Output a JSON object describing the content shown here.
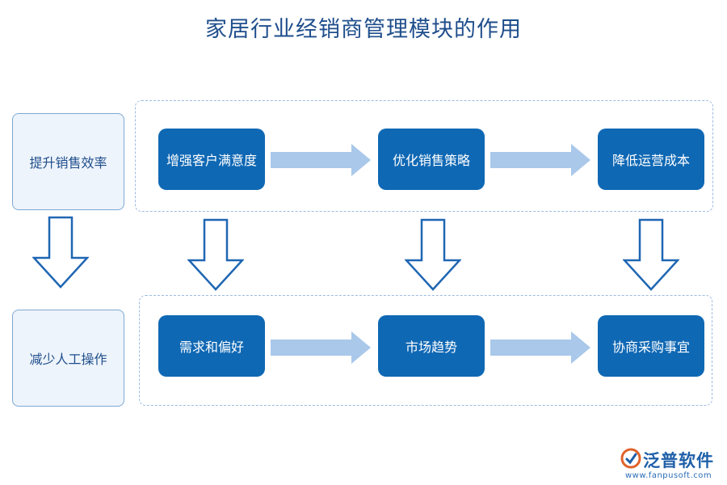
{
  "title": "家居行业经销商管理模块的作用",
  "side_labels": [
    "提升销售效率",
    "减少人工操作"
  ],
  "row1": [
    "增强客户满意度",
    "优化销售策略",
    "降低运营成本"
  ],
  "row2": [
    "需求和偏好",
    "市场趋势",
    "协商采购事宜"
  ],
  "logo": {
    "name": "泛普软件",
    "url": "www.fanpusoft.com"
  },
  "colors": {
    "node": "#0f68b4",
    "arrow_fill": "#a9c8ea",
    "outline": "#1f66b3",
    "title": "#1f4e8c"
  }
}
